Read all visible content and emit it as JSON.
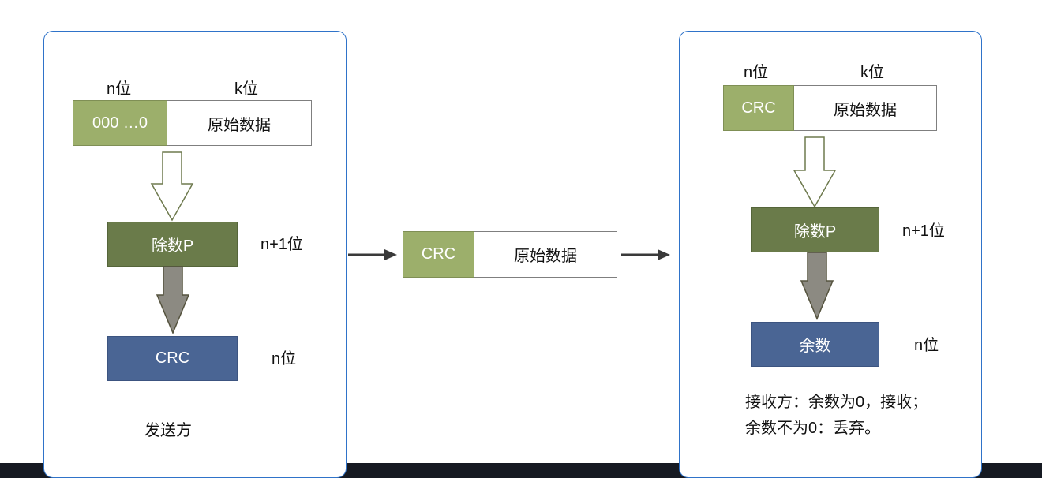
{
  "sender": {
    "label_n_bits": "n位",
    "label_k_bits": "k位",
    "zeros": "000 …0",
    "original_data": "原始数据",
    "divisor": "除数P",
    "divisor_bits": "n+1位",
    "crc": "CRC",
    "crc_bits": "n位",
    "caption": "发送方"
  },
  "transmission": {
    "crc": "CRC",
    "original_data": "原始数据"
  },
  "receiver": {
    "label_n_bits": "n位",
    "label_k_bits": "k位",
    "crc": "CRC",
    "original_data": "原始数据",
    "divisor": "除数P",
    "divisor_bits": "n+1位",
    "remainder": "余数",
    "remainder_bits": "n位",
    "rule_line1": "接收方：余数为0，接收；",
    "rule_line2": "余数不为0：丢弃。"
  },
  "colors": {
    "panel_border": "#2f73c9",
    "light_green": "#9caf6b",
    "dark_green": "#6a7b4a",
    "blue": "#4a6594",
    "gray_arrow": "#8c8a82",
    "bottom_bar": "#161a22"
  }
}
